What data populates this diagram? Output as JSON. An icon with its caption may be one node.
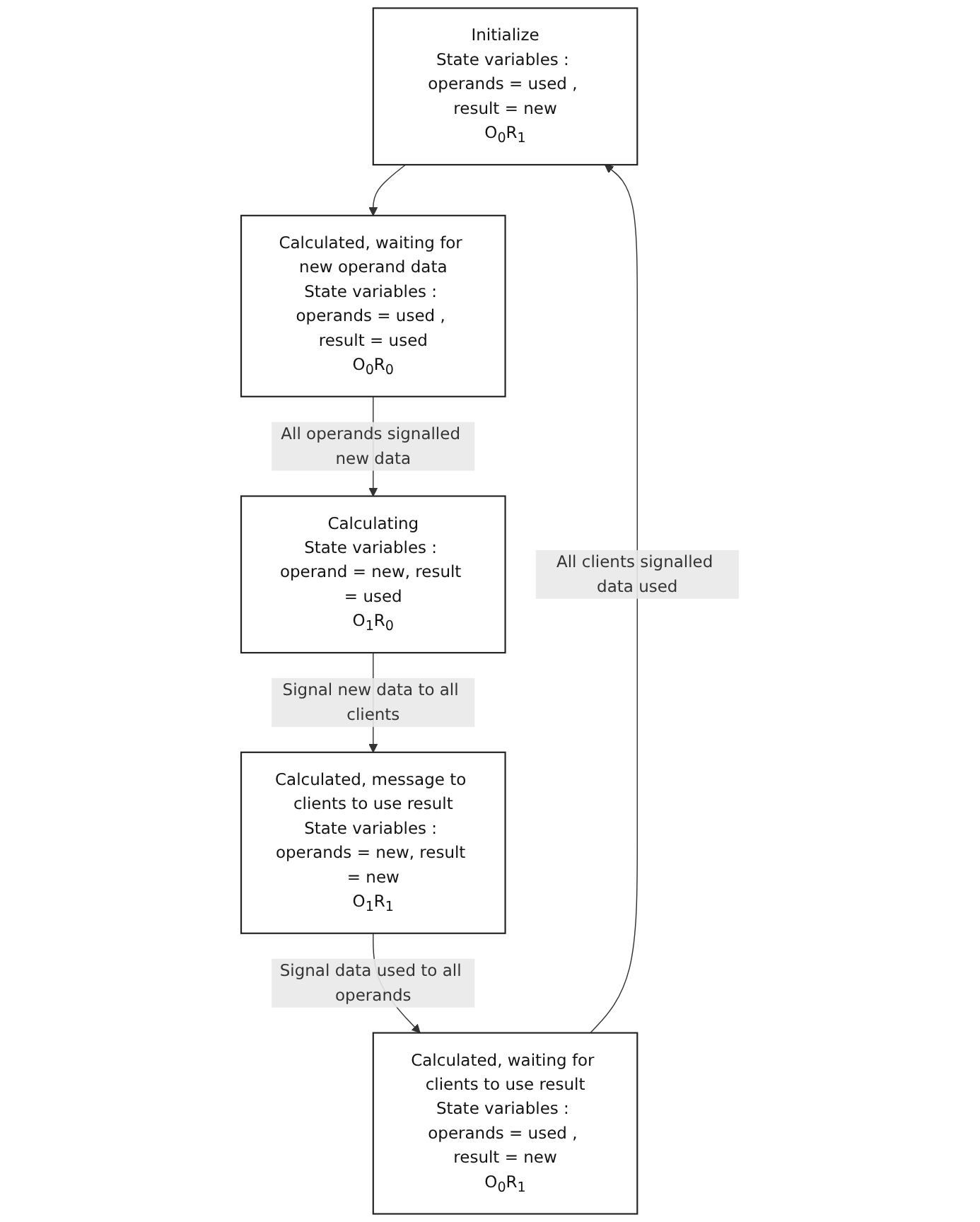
{
  "diagram": {
    "nodes": [
      {
        "text": [
          "Initialize",
          "State variables : operands = used , result = new",
          "O$_{0}$R$_{1}$"
        ]
      },
      {
        "text": [
          "Calculated, waiting for new operand data",
          "State variables : operands = used , result = used",
          "O$_{0}$R$_{0}$"
        ]
      },
      {
        "text": [
          "Calculating",
          "State variables : operand = new, result = used",
          "O$_{1}$R$_{0}$"
        ]
      },
      {
        "text": [
          "Calculated, message to clients to use result",
          "State variables : operands = new, result = new",
          "O$_{1}$R$_{1}$"
        ]
      },
      {
        "text": [
          "Calculated, waiting for clients to use result",
          "State variables : operands = used , result = new",
          "O$_{0}$R$_{1}$"
        ]
      }
    ],
    "edges": [
      {
        "from": 0,
        "to": 1,
        "arrow": "to"
      },
      {
        "from": 1,
        "to": 2,
        "arrow": "to",
        "label": "All operands signalled new data"
      },
      {
        "from": 2,
        "to": 3,
        "arrow": "to",
        "label": "Signal new data to all clients"
      },
      {
        "from": 3,
        "to": 4,
        "arrow": "to",
        "label": "Signal data used to all operands"
      },
      {
        "from": 4,
        "to": 0,
        "arrow": "to",
        "label": "All clients signalled data used"
      }
    ]
  }
}
